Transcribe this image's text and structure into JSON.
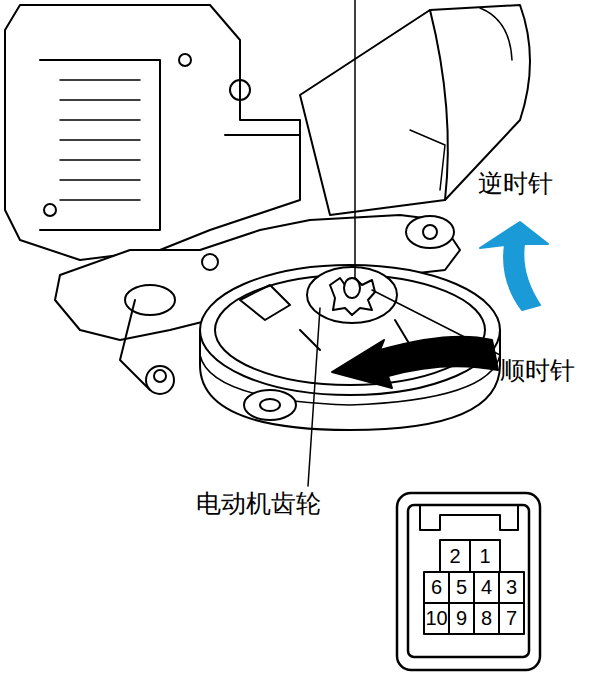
{
  "diagram": {
    "labels": [
      "逆时针",
      "顺时针",
      "电动机齿轮",
      "2",
      "1",
      "6",
      "5",
      "4",
      "3",
      "10",
      "9",
      "8",
      "7"
    ]
  }
}
